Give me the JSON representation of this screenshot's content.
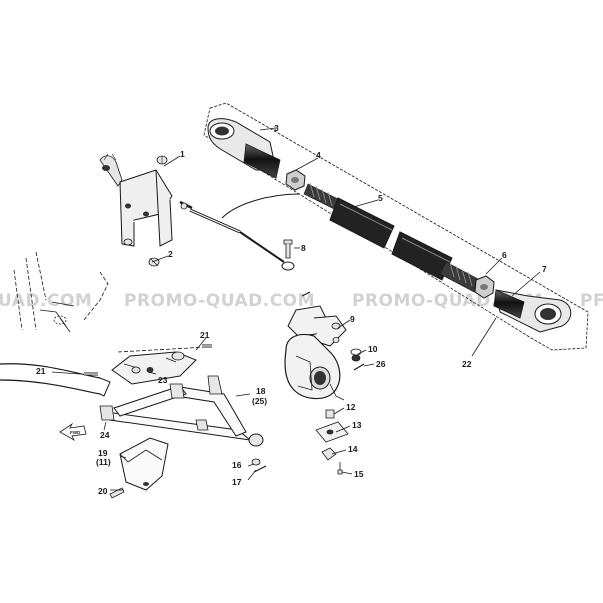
{
  "watermark": {
    "segments": [
      "UAD.COM",
      "PROMO-QUAD.COM",
      "PROMO-QUAD.COM",
      "PF"
    ]
  },
  "arrow_label": "FWD",
  "callouts": {
    "c1": "1",
    "c2": "2",
    "c3": "3",
    "c4": "4",
    "c5": "5",
    "c6": "6",
    "c7": "7",
    "c8": "8",
    "c9": "9",
    "c10": "10",
    "c11": "(11)",
    "c12": "12",
    "c13": "13",
    "c14": "14",
    "c15": "15",
    "c16": "16",
    "c17": "17",
    "c18": "18",
    "c19": "19",
    "c20": "20",
    "c21a": "21",
    "c21b": "21",
    "c22": "22",
    "c23": "23",
    "c24": "24",
    "c25": "(25)",
    "c26": "26"
  },
  "colors": {
    "line": "#1a1a1a",
    "dark": "#2b2b2b",
    "watermark": "#d2d2d2"
  }
}
